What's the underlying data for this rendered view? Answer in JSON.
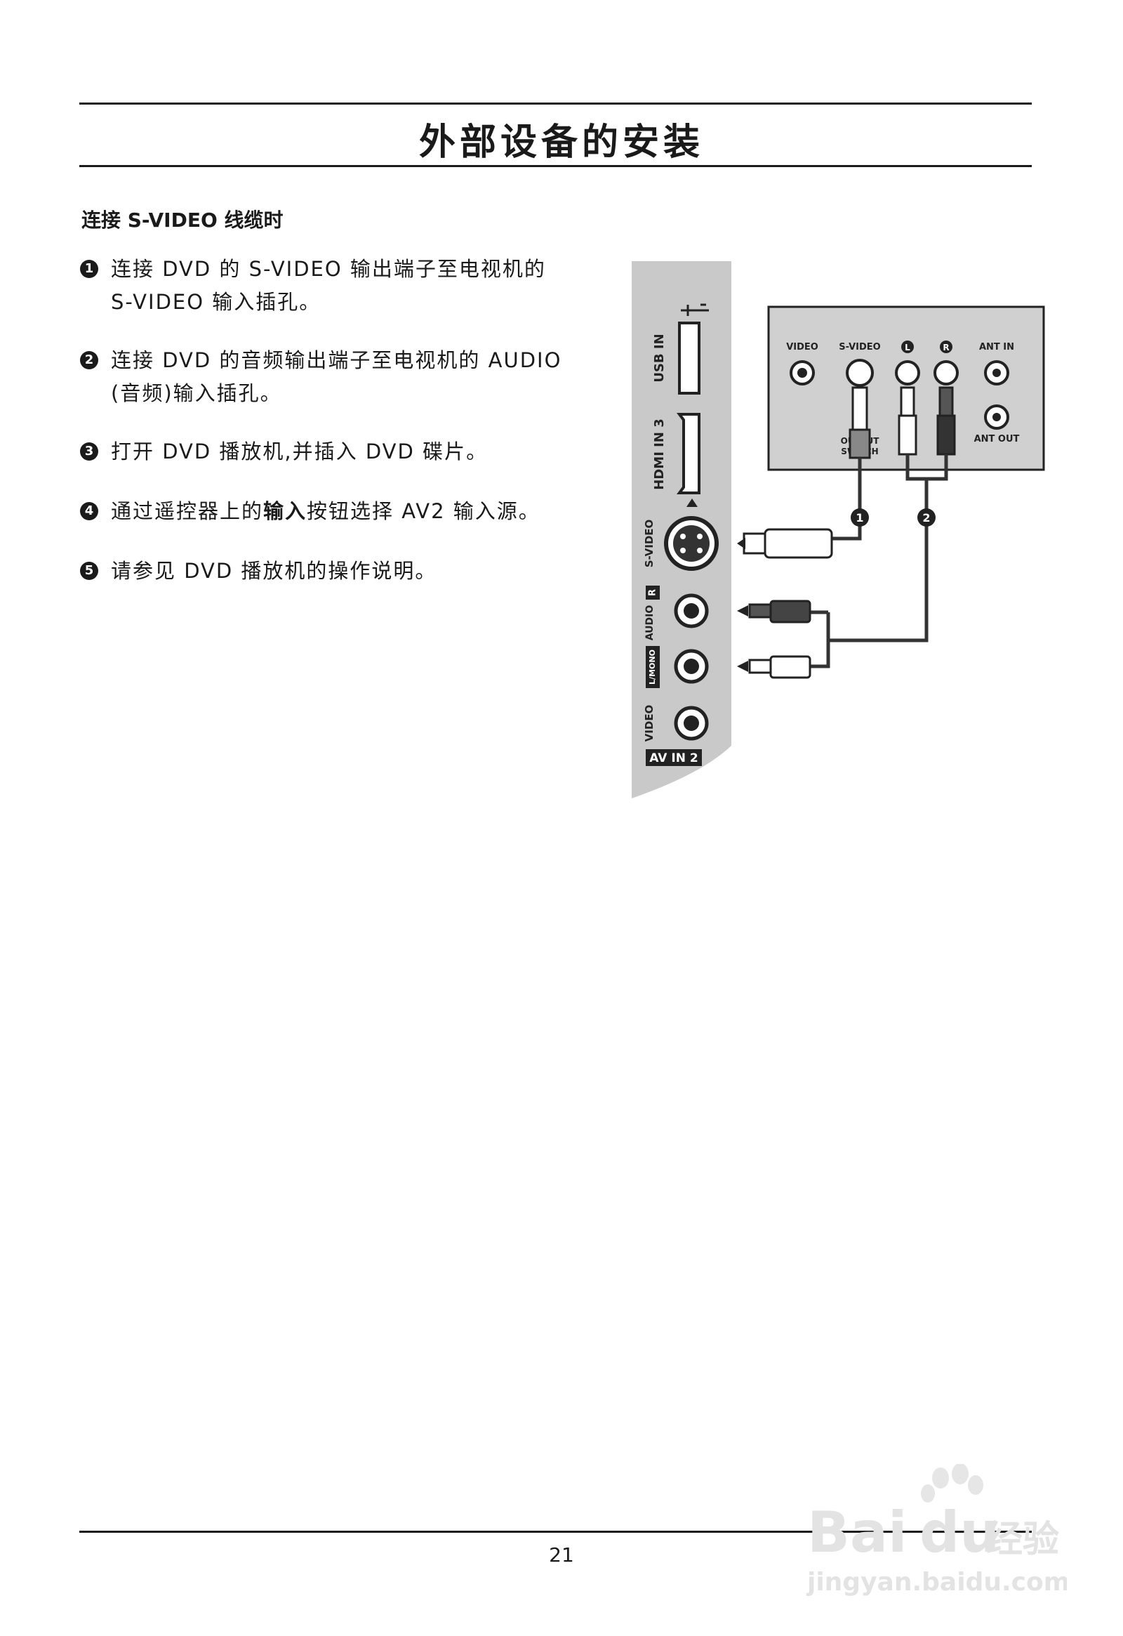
{
  "header": {
    "title": "外部设备的安装"
  },
  "section": {
    "subtitle": "连接 S-VIDEO 线缆时"
  },
  "steps": [
    {
      "num": "1",
      "pre": "连接 DVD 的 S-VIDEO 输出端子至电视机的",
      "bold": "",
      "post": "",
      "line2": "S-VIDEO 输入插孔。"
    },
    {
      "num": "2",
      "pre": "连接 DVD 的音频输出端子至电视机的 AUDIO",
      "bold": "",
      "post": "",
      "line2": "(音频)输入插孔。"
    },
    {
      "num": "3",
      "pre": "打开 DVD 播放机,并插入 DVD 碟片。",
      "bold": "",
      "post": "",
      "line2": ""
    },
    {
      "num": "4",
      "pre": "通过遥控器上的",
      "bold": "输入",
      "post": "按钮选择 AV2 输入源。",
      "line2": ""
    },
    {
      "num": "5",
      "pre": "请参见 DVD 播放机的操作说明。",
      "bold": "",
      "post": "",
      "line2": ""
    }
  ],
  "diagram": {
    "tv_panel": {
      "usb": "USB IN",
      "hdmi": "HDMI IN 3",
      "svideo": "S-VIDEO",
      "audio": "AUDIO",
      "audio_r": "R",
      "audio_l": "L/MONO",
      "video": "VIDEO",
      "avin": "AV IN 2"
    },
    "dvd_panel": {
      "video": "VIDEO",
      "svideo": "S-VIDEO",
      "l": "L",
      "r": "R",
      "ant_in": "ANT IN",
      "ant_out": "ANT OUT",
      "output_switch_1": "OUTPUT",
      "output_switch_2": "SWITCH"
    },
    "callouts": [
      "1",
      "2"
    ]
  },
  "footer": {
    "page_number": "21"
  },
  "watermark": {
    "brand": "Bai",
    "brand2": "du",
    "brand3": "经验",
    "url": "jingyan.baidu.com"
  }
}
